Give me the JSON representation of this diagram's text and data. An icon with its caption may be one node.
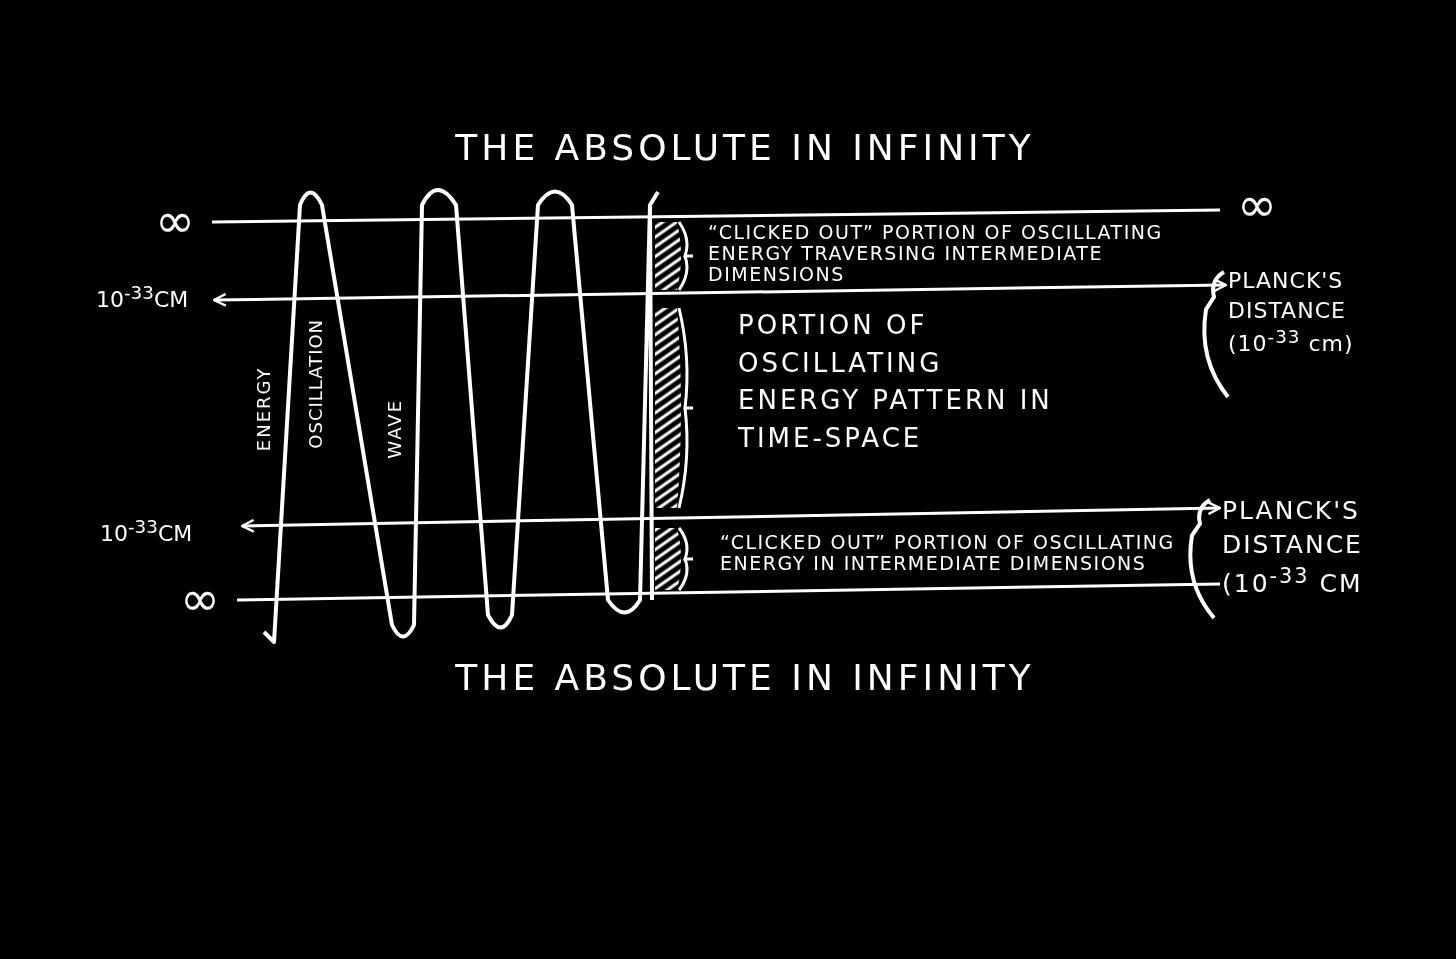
{
  "diagram": {
    "nodes": [
      {
        "text": [
          "∞"
        ]
      },
      {
        "text": [
          "∞"
        ]
      },
      {
        "text": [
          "10$^{-33}$CM"
        ]
      },
      {
        "text": [
          "PLANCK'S DISTANCE (10$^{-33}$ cm)"
        ]
      },
      {
        "text": [
          "10$^{-33}$CM"
        ]
      },
      {
        "text": [
          "PLANCK'S DISTANCE (10$^{-33}$ CM"
        ]
      },
      {
        "text": [
          "∞"
        ]
      }
    ],
    "edges": [
      {
        "from": 0,
        "to": 1,
        "arrow": "none"
      },
      {
        "from": 2,
        "to": 3,
        "arrow": "both"
      },
      {
        "from": 4,
        "to": 5,
        "arrow": "both"
      },
      {
        "from": 6,
        "to": 5,
        "arrow": "none"
      }
    ],
    "labels": [
      "THE ABSOLUTE IN INFINITY",
      "“CLICKED OUT” PORTION OF OSCILLATING ENERGY TRAVERSING INTERMEDIATE DIMENSIONS",
      "ENERGY",
      "OSCILLATION",
      "WAVE",
      "PORTION OF OSCILLATING ENERGY PATTERN IN TIME-SPACE",
      "“CLICKED OUT” PORTION OF OSCILLATING ENERGY IN INTERMEDIATE DIMENSIONS",
      "THE ABSOLUTE IN INFINITY"
    ]
  }
}
